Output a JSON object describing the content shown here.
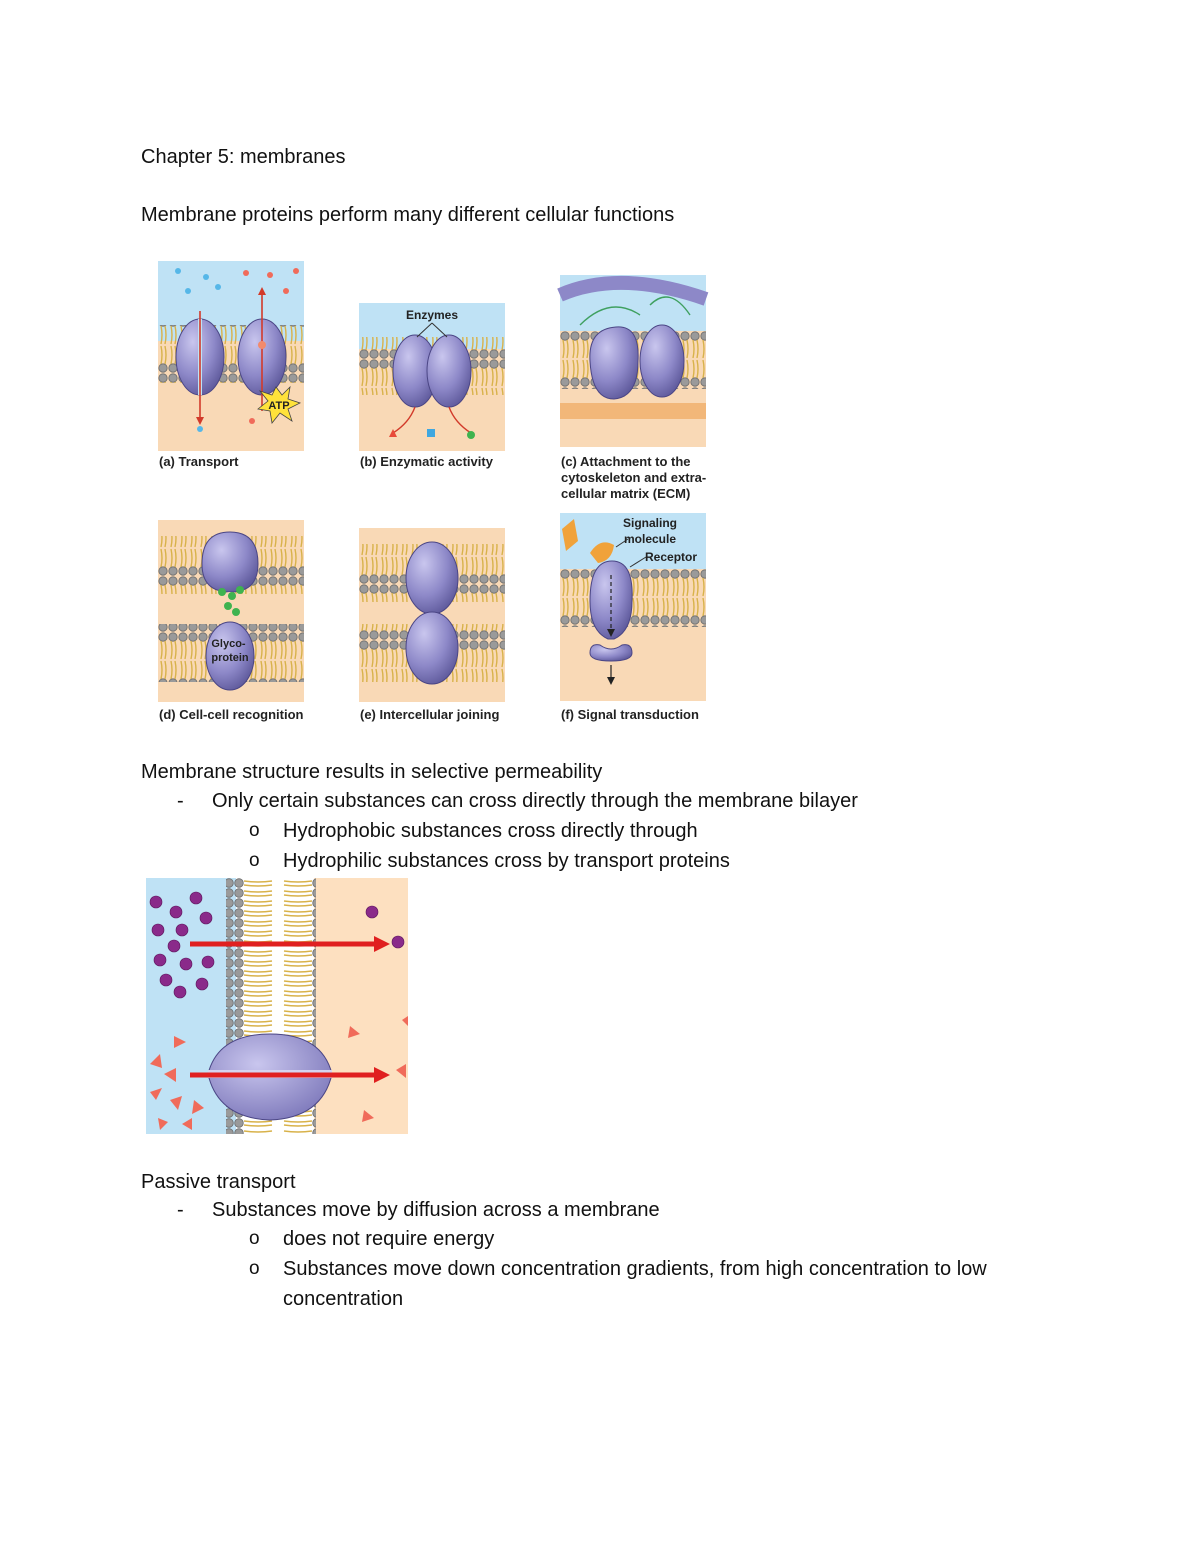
{
  "chapter_title": "Chapter 5: membranes",
  "section1": {
    "heading": "Membrane proteins perform many different cellular functions",
    "panels": {
      "a": {
        "caption": "(a) Transport",
        "atp": "ATP"
      },
      "b": {
        "caption": "(b) Enzymatic activity",
        "label": "Enzymes"
      },
      "c": {
        "caption": "(c) Attachment to the\ncytoskeleton and extra-\ncellular matrix (ECM)"
      },
      "d": {
        "caption": "(d) Cell-cell recognition",
        "label": "Glyco-\nprotein"
      },
      "e": {
        "caption": "(e) Intercellular joining"
      },
      "f": {
        "caption": "(f) Signal transduction",
        "label1": "Signaling\nmolecule",
        "label2": "Receptor"
      }
    }
  },
  "section2": {
    "heading": "Membrane structure results in selective permeability",
    "bullet": "Only certain substances can cross directly through the membrane bilayer",
    "subbullets": [
      "Hydrophobic substances cross directly through",
      "Hydrophilic substances cross by transport proteins"
    ]
  },
  "section3": {
    "heading": "Passive transport",
    "bullet": "Substances move by diffusion across a membrane",
    "subbullets": [
      "does not require energy",
      "Substances move down concentration gradients, from high concentration to low",
      "concentration"
    ]
  },
  "markers": {
    "dash": "-",
    "circle": "o"
  }
}
